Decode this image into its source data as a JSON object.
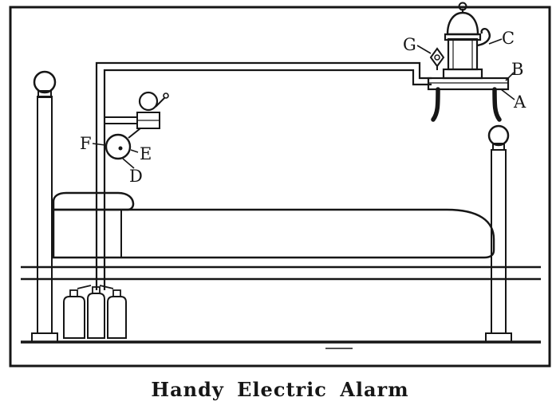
{
  "figure": {
    "caption": "Handy Electric Alarm"
  },
  "labels": {
    "a": "A",
    "b": "B",
    "c": "C",
    "d": "D",
    "e": "E",
    "f": "F",
    "g": "G"
  },
  "colors": {
    "ink": "#161616",
    "paper": "#ffffff"
  }
}
